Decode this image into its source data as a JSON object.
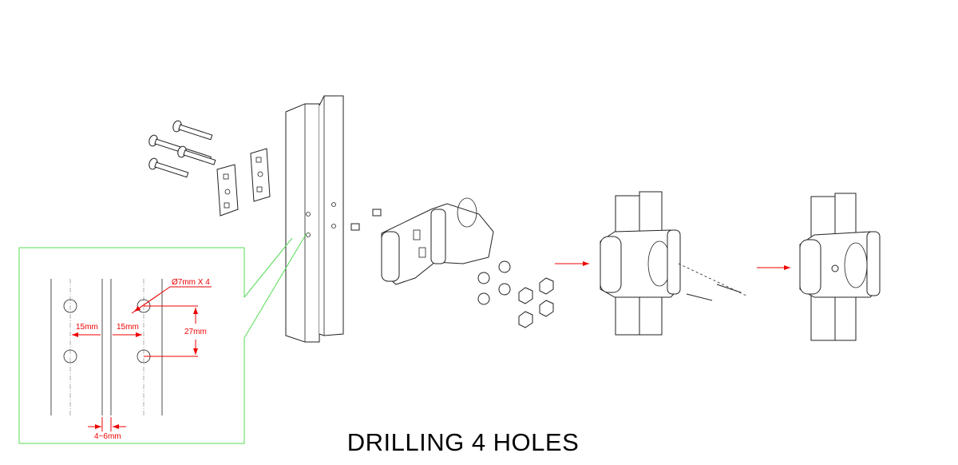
{
  "title": "DRILLING 4 HOLES",
  "detail": {
    "hole_spec": "Ø7mm X 4",
    "offset_left": "15mm",
    "offset_right": "15mm",
    "hole_spacing": "27mm",
    "gap": "4~6mm"
  },
  "colors": {
    "dimension": "#e00000",
    "callout": "#55dd55",
    "arrow": "#e00000"
  }
}
